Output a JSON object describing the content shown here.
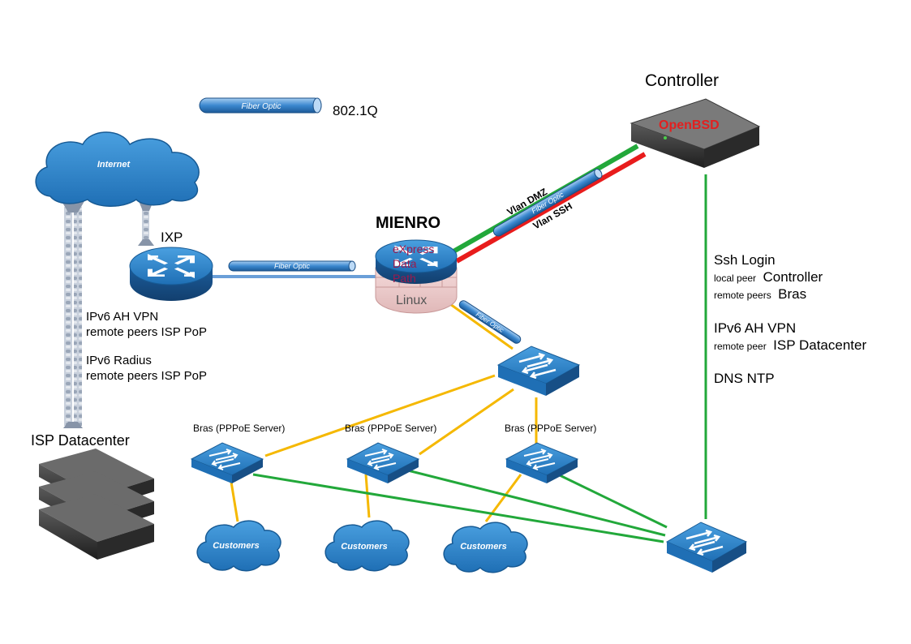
{
  "legend": {
    "fiber_label": "Fiber Optic",
    "label": "802.1Q"
  },
  "nodes": {
    "internet": "Internet",
    "ixp": "IXP",
    "mienro": "MIENRO",
    "mienro_texts": [
      "eXpress",
      "Data",
      "Path"
    ],
    "linux": "Linux",
    "controller": "Controller",
    "openbsd": "OpenBSD",
    "isp_datacenter": "ISP Datacenter",
    "bras_labels": [
      "Bras (PPPoE Server)",
      "Bras (PPPoE Server)",
      "Bras (PPPoE Server)"
    ],
    "customers": [
      "Customers",
      "Customers",
      "Customers"
    ]
  },
  "links": {
    "fiber_label": "Fiber Optic",
    "vlan_dmz": "Vlan DMZ",
    "vlan_ssh": "Vlan SSH"
  },
  "notes": {
    "ipv6_ah_vpn": "IPv6 AH VPN",
    "remote_peers_isp_pop_1": "remote peers ISP PoP",
    "ipv6_radius": "IPv6 Radius",
    "remote_peers_isp_pop_2": "remote peers ISP PoP"
  },
  "controller_info": {
    "ssh_login": "Ssh Login",
    "local_peer_small": "local peer",
    "local_peer_big": "Controller",
    "remote_peers_small": "remote peers",
    "remote_peers_big": "Bras",
    "ipv6_ah_vpn": "IPv6 AH VPN",
    "remote_peer_small": "remote peer",
    "remote_peer_big": "ISP Datacenter",
    "dns_ntp": "DNS NTP"
  },
  "colors": {
    "device_blue": "#2a7ac0",
    "device_dark": "#1a4f86",
    "link_yellow": "#f5b800",
    "link_green": "#22a83a",
    "link_red": "#e81c1c",
    "fiber_blue": "#6a9fd8",
    "openbsd_red": "#e22020",
    "mienro_text": "#9b1a4d"
  }
}
